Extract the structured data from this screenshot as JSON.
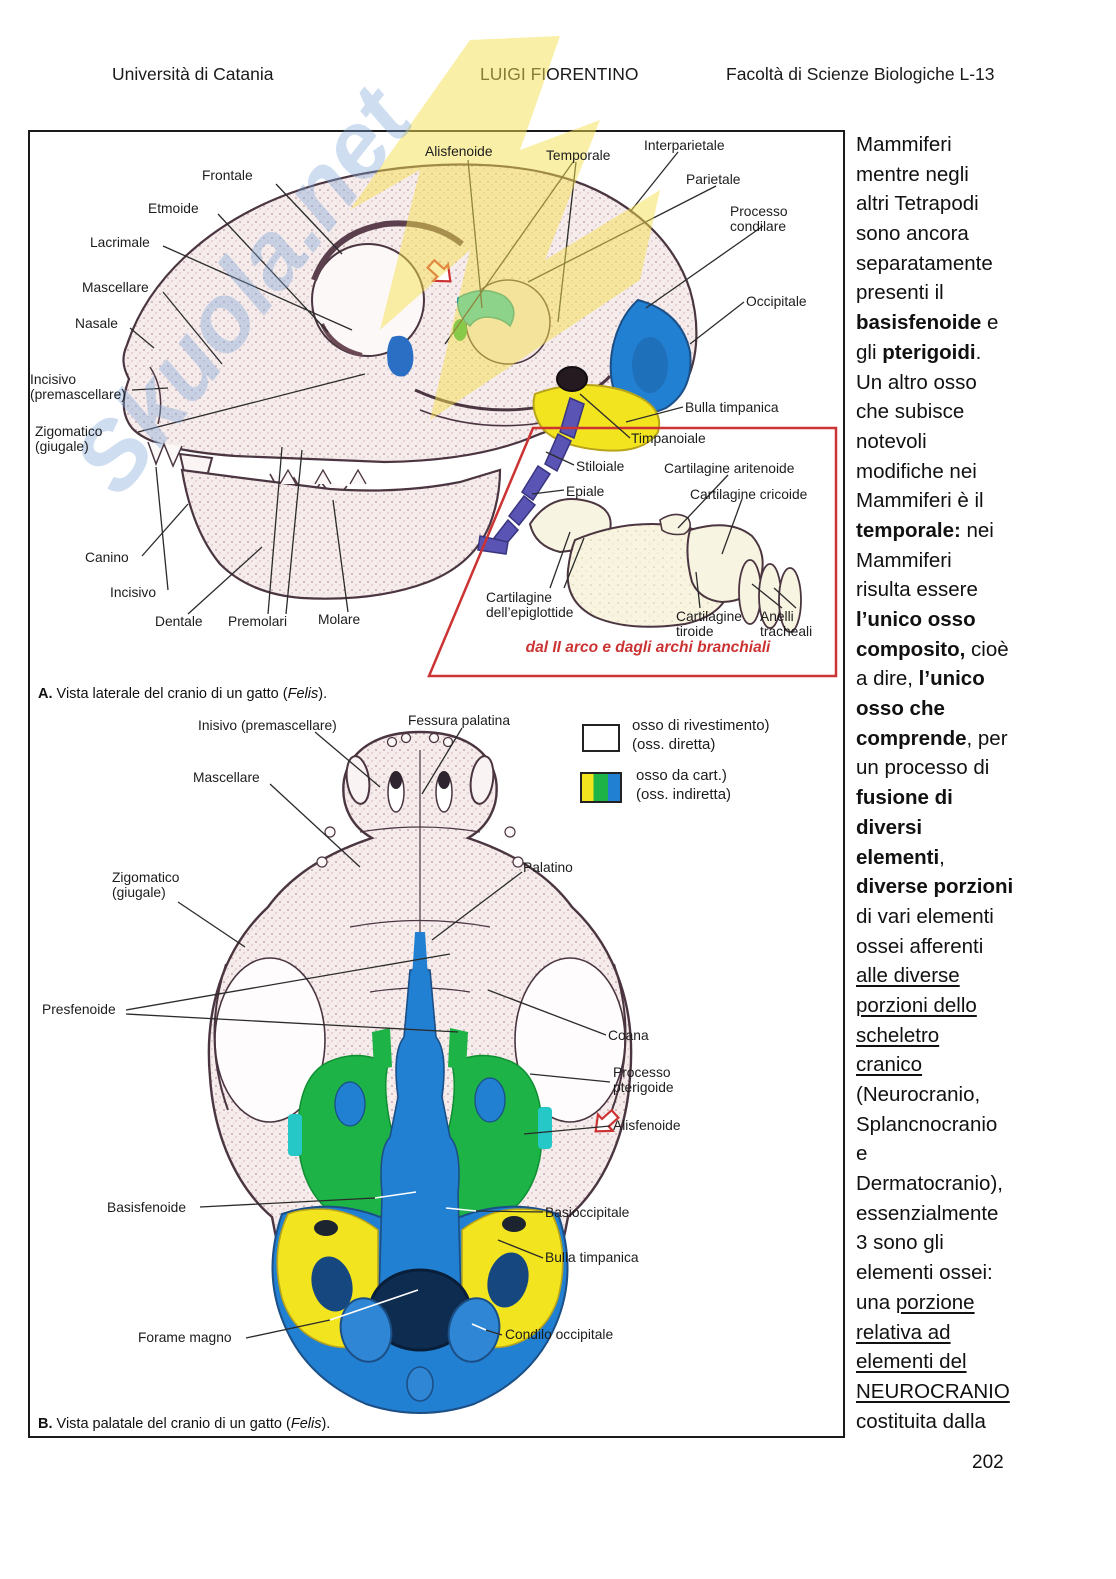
{
  "header": {
    "left": "Università di Catania",
    "center": "LUIGI FIORENTINO",
    "right": "Facoltà di Scienze Biologiche L-13"
  },
  "watermark": {
    "text": "Skuola.net"
  },
  "figure": {
    "panelA": {
      "labels": {
        "frontale": "Frontale",
        "etmoide": "Etmoide",
        "lacrimale": "Lacrimale",
        "mascellare": "Mascellare",
        "nasale": "Nasale",
        "incisivo_premascellare": "Incisivo\n(premascellare)",
        "zigomatico_giugale": "Zigomatico\n(giugale)",
        "canino": "Canino",
        "incisivo": "Incisivo",
        "dentale": "Dentale",
        "premolari": "Premolari",
        "molare": "Molare",
        "alisfenoide": "Alisfenoide",
        "temporale": "Temporale",
        "interparietale": "Interparietale",
        "parietale": "Parietale",
        "processo_condilare": "Processo\ncondilare",
        "occipitale": "Occipitale",
        "bulla_timpanica": "Bulla timpanica",
        "timpanoiale": "Timpanoiale",
        "stiloiale": "Stiloiale",
        "epiale": "Epiale",
        "cartilagine_aritenoide": "Cartilagine aritenoide",
        "cartilagine_cricoide": "Cartilagine cricoide",
        "cartilagine_epiglottide": "Cartilagine\ndell’epiglottide",
        "cartilagine_tiroide": "Cartilagine\ntiroide",
        "anelli_tracheali": "Anelli\ntracheali"
      },
      "red_note": "dal II arco e dagli archi branchiali",
      "caption": {
        "label": "A.",
        "body": " Vista laterale del cranio di un gatto (",
        "species": "Felis",
        "tail": ")."
      }
    },
    "panelB": {
      "labels": {
        "inisivo_premascellare": "Inisivo (premascellare)",
        "fessura_palatina": "Fessura palatina",
        "mascellare": "Mascellare",
        "zigomatico_giugale": "Zigomatico\n(giugale)",
        "palatino": "Palatino",
        "presfenoide": "Presfenoide",
        "coana": "Coana",
        "processo_pterigoide": "Processo\npterigoide",
        "alisfenoide": "Alisfenoide",
        "basisfenoide": "Basisfenoide",
        "basioccipitale": "Basioccipitale",
        "bulla_timpanica": "Bulla timpanica",
        "forame_magno": "Forame magno",
        "condilo_occipitale": "Condilo occipitale"
      },
      "caption": {
        "label": "B.",
        "body": " Vista palatale del cranio di un gatto (",
        "species": "Felis",
        "tail": ")."
      }
    },
    "legend": {
      "direct_label": "osso di rivestimento)",
      "direct_sub": "(oss. diretta)",
      "indirect_label": "osso da cart.)",
      "indirect_sub": "(oss. indiretta)"
    }
  },
  "sidebar": {
    "lines": [
      [
        {
          "t": "Mammiferi"
        }
      ],
      [
        {
          "t": "mentre negli"
        }
      ],
      [
        {
          "t": "altri Tetrapodi"
        }
      ],
      [
        {
          "t": "sono ancora"
        }
      ],
      [
        {
          "t": "separatamente"
        }
      ],
      [
        {
          "t": "presenti il"
        }
      ],
      [
        {
          "t": "basisfenoide",
          "b": true
        },
        {
          "t": " e"
        }
      ],
      [
        {
          "t": "gli "
        },
        {
          "t": "pterigoidi",
          "b": true
        },
        {
          "t": "."
        }
      ],
      [
        {
          "t": "Un altro osso"
        }
      ],
      [
        {
          "t": "che subisce"
        }
      ],
      [
        {
          "t": "notevoli"
        }
      ],
      [
        {
          "t": "modifiche nei"
        }
      ],
      [
        {
          "t": "Mammiferi è il"
        }
      ],
      [
        {
          "t": "temporale:",
          "b": true
        },
        {
          "t": " nei"
        }
      ],
      [
        {
          "t": "Mammiferi"
        }
      ],
      [
        {
          "t": "risulta essere"
        }
      ],
      [
        {
          "t": "l’unico osso",
          "b": true
        }
      ],
      [
        {
          "t": "composito,",
          "b": true
        },
        {
          "t": " cioè"
        }
      ],
      [
        {
          "t": "a dire, "
        },
        {
          "t": "l’unico",
          "b": true
        }
      ],
      [
        {
          "t": "osso che",
          "b": true
        }
      ],
      [
        {
          "t": "comprende",
          "b": true
        },
        {
          "t": ", per"
        }
      ],
      [
        {
          "t": "un processo di"
        }
      ],
      [
        {
          "t": "fusione di",
          "b": true
        }
      ],
      [
        {
          "t": "diversi",
          "b": true
        }
      ],
      [
        {
          "t": "elementi",
          "b": true
        },
        {
          "t": ","
        }
      ],
      [
        {
          "t": "diverse porzioni",
          "b": true
        }
      ],
      [
        {
          "t": "di vari elementi"
        }
      ],
      [
        {
          "t": "ossei afferenti"
        }
      ],
      [
        {
          "t": "alle diverse",
          "u": true
        }
      ],
      [
        {
          "t": "porzioni dello",
          "u": true
        }
      ],
      [
        {
          "t": "scheletro",
          "u": true
        }
      ],
      [
        {
          "t": "cranico",
          "u": true
        }
      ],
      [
        {
          "t": "(Neurocranio,"
        }
      ],
      [
        {
          "t": "Splancnocranio"
        }
      ],
      [
        {
          "t": "e"
        }
      ],
      [
        {
          "t": "Dermatocranio),"
        }
      ],
      [
        {
          "t": "essenzialmente"
        }
      ],
      [
        {
          "t": "3 sono gli"
        }
      ],
      [
        {
          "t": "elementi ossei:"
        }
      ],
      [
        {
          "t": "una "
        },
        {
          "t": "porzione",
          "u": true
        }
      ],
      [
        {
          "t": "relativa ad",
          "u": true
        }
      ],
      [
        {
          "t": "elementi del",
          "u": true
        }
      ],
      [
        {
          "t": "NEUROCRANIO",
          "u": true
        }
      ],
      [
        {
          "t": "costituita dalla"
        }
      ]
    ]
  },
  "footer": {
    "page": "202"
  },
  "colors": {
    "blue": "#2280d2",
    "yellow": "#f2e41f",
    "green": "#1db346",
    "cyan": "#25c7c7",
    "purple": "#5a54b4",
    "red": "#cc3333",
    "navy": "#0e2b50",
    "bone_outline": "#4a3540",
    "watermark_blue": "#7fa8d8",
    "watermark_yellow": "#f6e04e"
  }
}
